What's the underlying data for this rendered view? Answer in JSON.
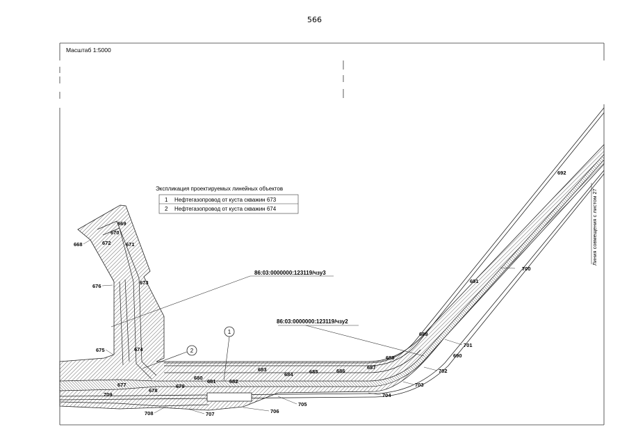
{
  "page": {
    "number": "566"
  },
  "drawing": {
    "scale_label": "Масштаб 1:5000",
    "side_note": "Линия совмещения с листом 27"
  },
  "legend": {
    "title": "Экспликация проектируемых линейных объектов",
    "rows": [
      {
        "num": "1",
        "text": "Нефтегазопровод от куста скважин 673"
      },
      {
        "num": "2",
        "text": "Нефтегазопровод от куста скважин 674"
      }
    ]
  },
  "cadastral_labels": [
    "86:03:0000000:123119/чзу3",
    "86:03:0000000:123119/чзу2"
  ],
  "callouts": [
    "1",
    "2"
  ],
  "points": {
    "p668": "668",
    "p669": "669",
    "p670": "670",
    "p671": "671",
    "p672": "672",
    "p673": "673",
    "p674": "674",
    "p675": "675",
    "p676": "676",
    "p677": "677",
    "p678": "678",
    "p679": "679",
    "p680": "680",
    "p681": "681",
    "p682": "682",
    "p683": "683",
    "p684": "684",
    "p685": "685",
    "p686": "686",
    "p687": "687",
    "p688": "688",
    "p689": "689",
    "p690": "690",
    "p691": "691",
    "p692": "692",
    "p700": "700",
    "p701": "701",
    "p702": "702",
    "p703": "703",
    "p704": "704",
    "p705": "705",
    "p706": "706",
    "p707": "707",
    "p708": "708",
    "p709": "709"
  }
}
